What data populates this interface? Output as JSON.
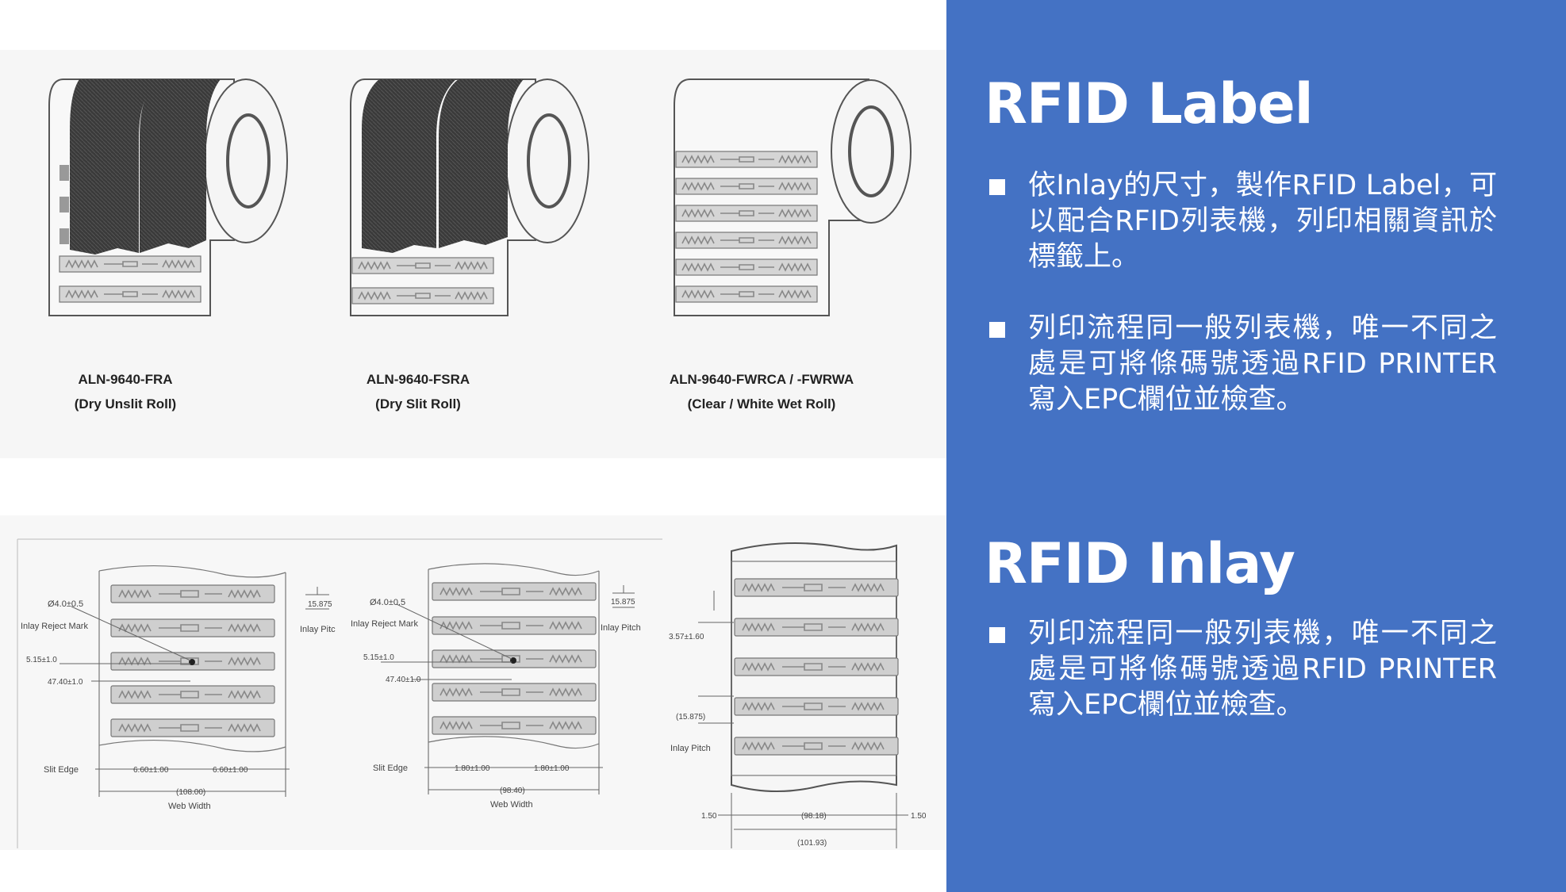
{
  "left": {
    "rolls": [
      {
        "model": "ALN-9640-FRA",
        "type": "(Dry Unslit Roll)"
      },
      {
        "model": "ALN-9640-FSRA",
        "type": "(Dry Slit Roll)"
      },
      {
        "model": "ALN-9640-FWRCA / -FWRWA",
        "type": "(Clear / White Wet Roll)"
      }
    ],
    "drawing1": {
      "hole": "Ø4.0±0.5",
      "reject_mark": "Inlay Reject Mark",
      "dim_a": "5.15±1.0",
      "dim_b": "47.40±1.0",
      "pitch_value": "15.875",
      "pitch_label": "Inlay Pitc",
      "slit_edge": "Slit Edge",
      "edge_left": "6.60±1.00",
      "edge_right": "6.60±1.00",
      "web_value": "(108.00)",
      "web_label": "Web Width"
    },
    "drawing2": {
      "hole": "Ø4.0±0.5",
      "reject_mark": "Inlay Reject Mark",
      "dim_a": "5.15±1.0",
      "dim_b": "47.40±1.0",
      "pitch_value": "15.875",
      "pitch_label": "Inlay Pitch",
      "slit_edge": "Slit Edge",
      "edge_left": "1.80±1.00",
      "edge_right": "1.80±1.00",
      "web_value": "(98.40)",
      "web_label": "Web Width"
    },
    "drawing3": {
      "gap": "3.57±1.60",
      "pitch_value": "(15.875)",
      "pitch_label": "Inlay Pitch",
      "edge_left": "1.50",
      "edge_right": "1.50",
      "inner_width": "(98.18)",
      "outer_width": "(101.93)"
    }
  },
  "right": {
    "label_heading": "RFID Label",
    "label_bullets": [
      "依Inlay的尺寸，製作RFID Label，可以配合RFID列表機，列印相關資訊於標籤上。",
      "列印流程同一般列表機，唯一不同之處是可將條碼號透過RFID PRINTER寫入EPC欄位並檢查。"
    ],
    "inlay_heading": "RFID Inlay",
    "inlay_bullets": [
      "列印流程同一般列表機，唯一不同之處是可將條碼號透過RFID PRINTER寫入EPC欄位並檢查。"
    ]
  },
  "colors": {
    "accent": "#4472c4",
    "text_on_accent": "#ffffff",
    "panel": "#f6f6f6",
    "line_art": "#555555"
  }
}
